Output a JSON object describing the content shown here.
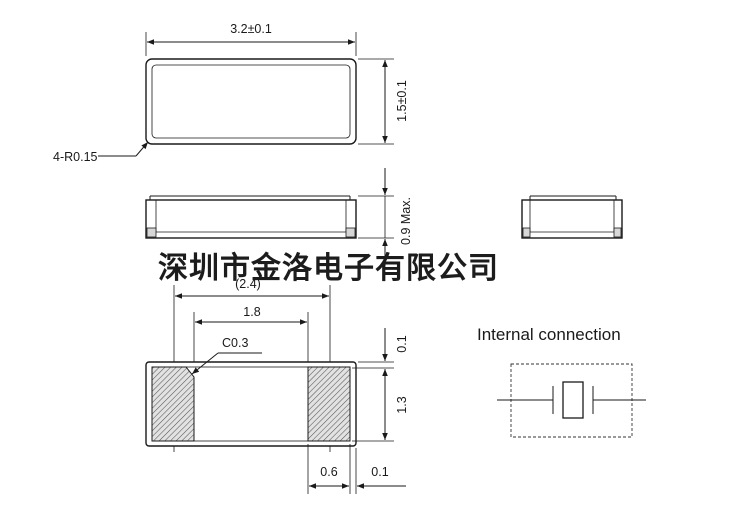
{
  "top_view": {
    "width_label": "3.2±0.1",
    "height_label": "1.5±0.1",
    "radius_label": "4-R0.15"
  },
  "side_view": {
    "height_label": "0.9 Max."
  },
  "watermark": "深圳市金洛电子有限公司",
  "pad_view": {
    "outer_span_label": "(2.4)",
    "inner_span_label": "1.8",
    "chamfer_label": "C0.3",
    "top_gap_label": "0.1",
    "height_label": "1.3",
    "pad_width_label": "0.6",
    "edge_gap_label": "0.1"
  },
  "internal_connection": {
    "title": "Internal connection"
  }
}
